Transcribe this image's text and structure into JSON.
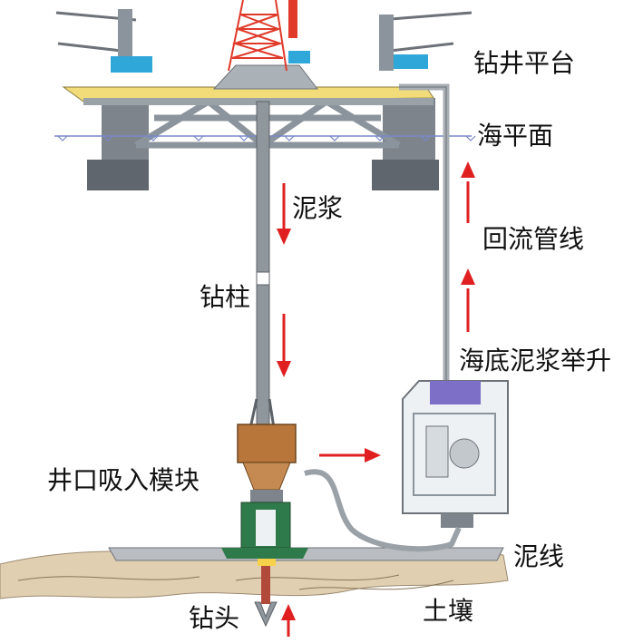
{
  "labels": {
    "drilling_platform": "钻井平台",
    "sea_level": "海平面",
    "mud": "泥浆",
    "drill_string": "钻柱",
    "return_line": "回流管线",
    "subsea_mud_lift": "海底泥浆举升",
    "wellhead_suction_module": "井口吸入模块",
    "mudline": "泥线",
    "drill_bit": "钻头",
    "soil": "土壤"
  },
  "colors": {
    "arrow": "#e02020",
    "derrick": "#e03a2a",
    "deck": "#f2dc7a",
    "structure": "#8b949c",
    "pontoon": "#5f666d",
    "water_line": "#7a88c8",
    "seabed": "#d9c7aa",
    "crane_blue": "#2fa7d8",
    "module_copper": "#b8763a",
    "module_green": "#2f7a4a",
    "pipe": "#a8aeb4"
  }
}
